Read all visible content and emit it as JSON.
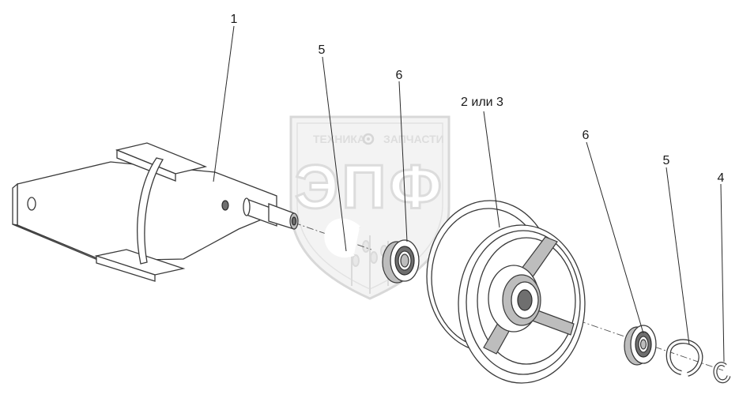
{
  "watermark": {
    "top_text_left": "ТЕХНИКА",
    "top_text_right": "ЗАПЧАСТИ",
    "logo_text": "ЭПФ",
    "colors": {
      "fill": "#e6e6e6",
      "stroke": "#d0d0d0"
    }
  },
  "callouts": [
    {
      "id": "bracket",
      "label": "1"
    },
    {
      "id": "pulley",
      "label": "2 или 3"
    },
    {
      "id": "retaining-ring-left",
      "label": "5"
    },
    {
      "id": "bearing-left",
      "label": "6"
    },
    {
      "id": "bearing-right",
      "label": "6"
    },
    {
      "id": "retaining-ring-right",
      "label": "5"
    },
    {
      "id": "circlip",
      "label": "4"
    }
  ]
}
